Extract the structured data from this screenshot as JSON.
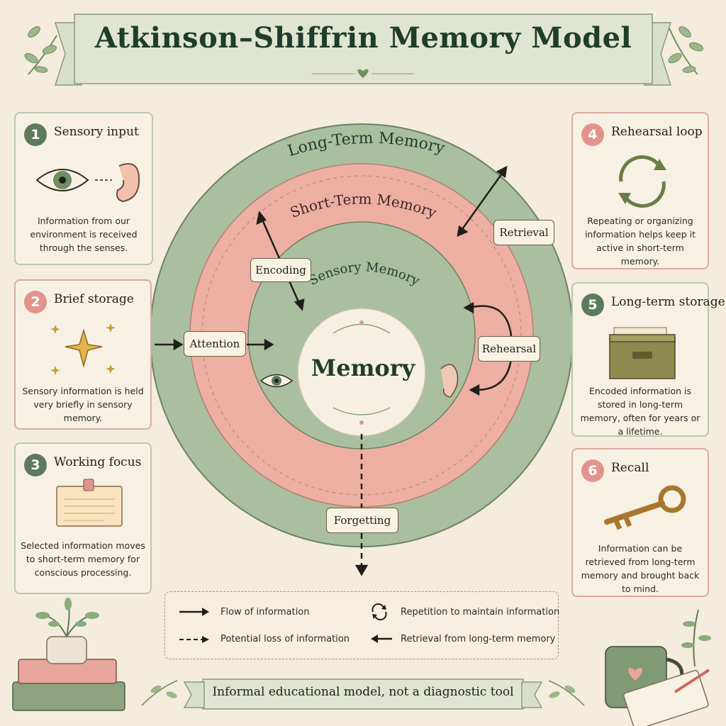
{
  "title": "Atkinson–Shiffrin Memory Model",
  "steps": [
    {
      "number": "1",
      "title": "Sensory input",
      "description": "Information from our environment is received through the senses."
    },
    {
      "number": "2",
      "title": "Brief storage",
      "description": "Sensory information is held very briefly in sensory memory."
    },
    {
      "number": "3",
      "title": "Working focus",
      "description": "Selected information moves to short-term memory for conscious processing."
    },
    {
      "number": "4",
      "title": "Rehearsal loop",
      "description": "Repeating or organizing information helps keep it active in short-term memory."
    },
    {
      "number": "5",
      "title": "Long-term storage",
      "description": "Encoded information is stored in long-term memory, often for years or a lifetime."
    },
    {
      "number": "6",
      "title": "Recall",
      "description": "Information can be retrieved from long-term memory and brought back to mind."
    }
  ],
  "diagram": {
    "long_term": "Long-Term Memory",
    "short_term": "Short-Term Memory",
    "sensory": "Sensory Memory",
    "center": "Memory",
    "labels": {
      "encoding": "Encoding",
      "attention": "Attention",
      "retrieval": "Retrieval",
      "rehearsal": "Rehearsal",
      "forgetting": "Forgetting"
    }
  },
  "legend": [
    {
      "text": "Flow of information",
      "icon": "solid-arrow-icon"
    },
    {
      "text": "Potential loss of information",
      "icon": "dashed-arrow-icon"
    },
    {
      "text": "Repetition to maintain information",
      "icon": "cycle-icon"
    },
    {
      "text": "Retrieval from long-term memory",
      "icon": "left-arrow-icon"
    }
  ],
  "footer": "Informal educational model, not a diagnostic tool",
  "colors": {
    "sage": "#a9bf9f",
    "pink": "#eeafa3",
    "cream": "#f4ecdc",
    "dark_green": "#1f3d2a"
  }
}
